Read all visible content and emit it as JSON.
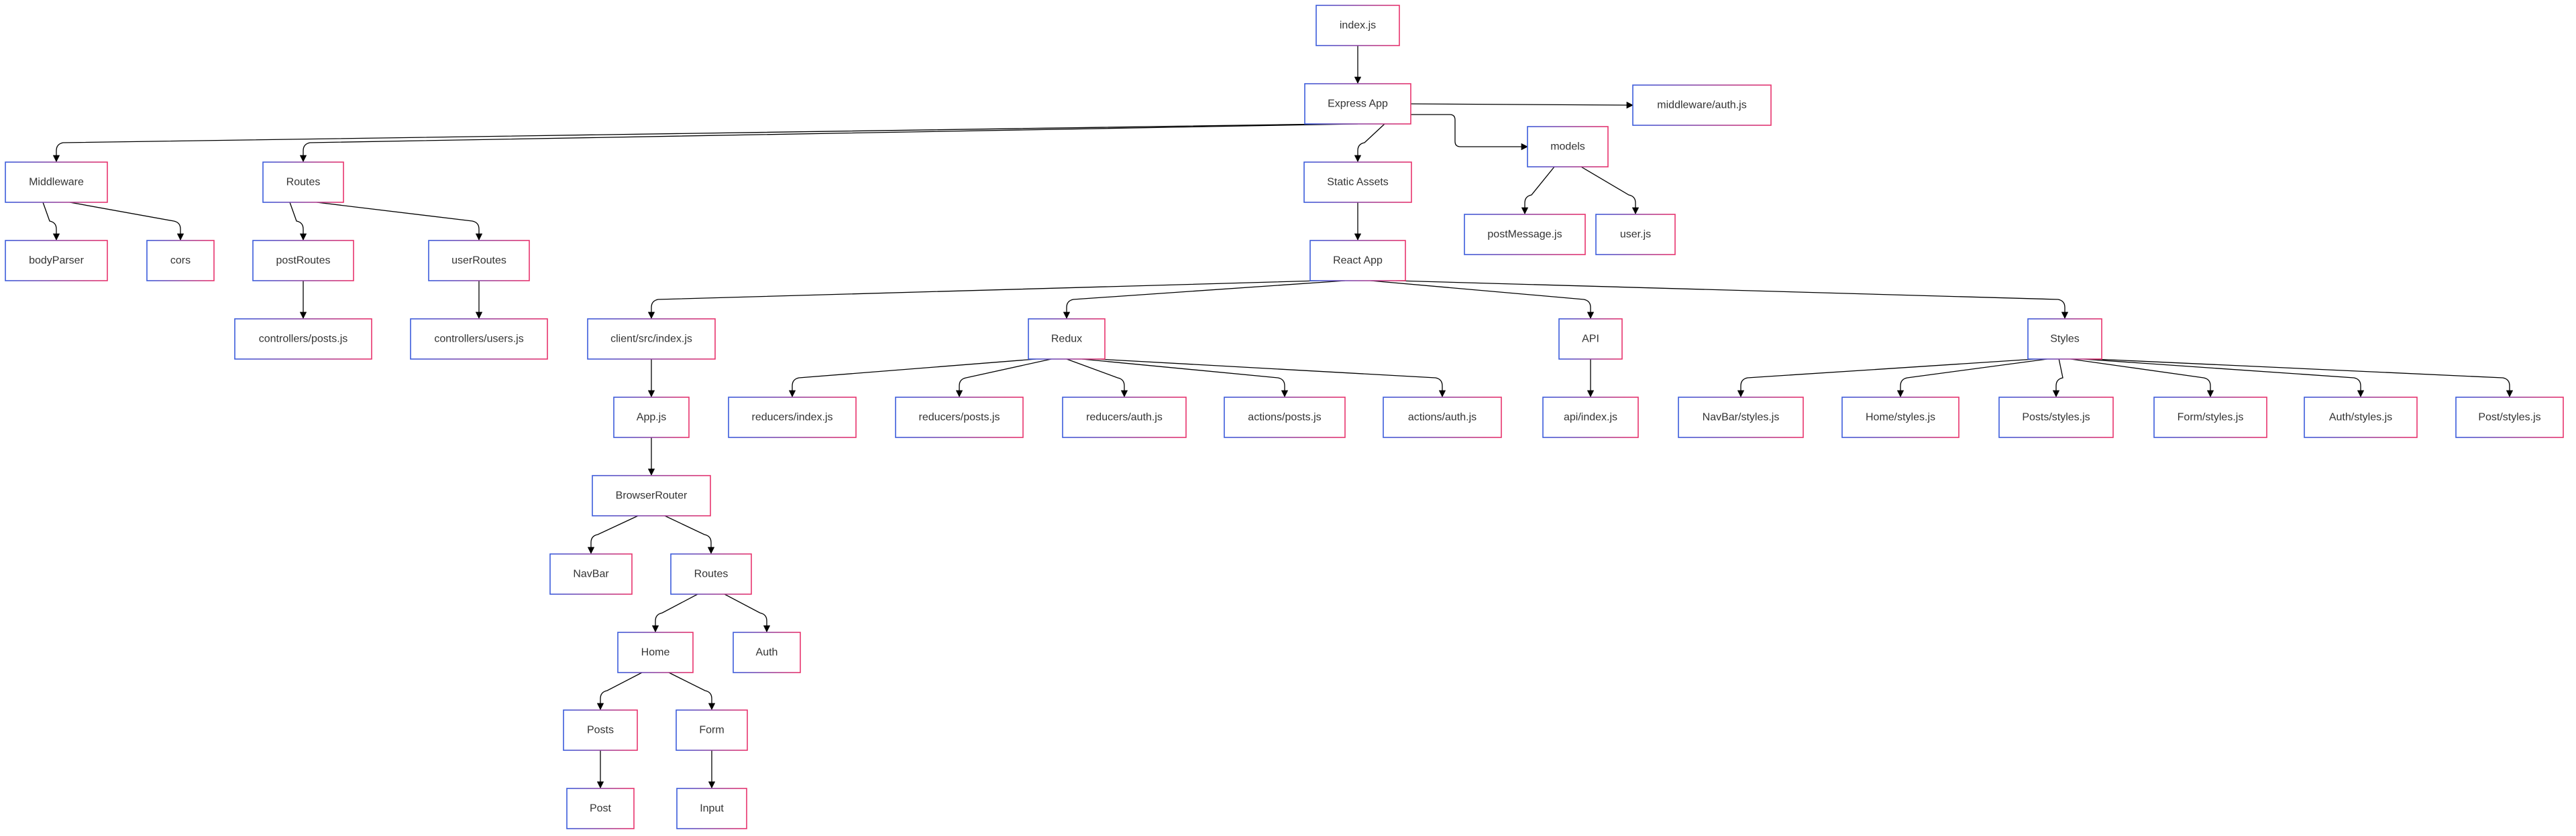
{
  "nodes": [
    {
      "id": "index",
      "label": "index.js"
    },
    {
      "id": "express",
      "label": "Express App"
    },
    {
      "id": "mwauth",
      "label": "middleware/auth.js"
    },
    {
      "id": "models",
      "label": "models"
    },
    {
      "id": "postMessage",
      "label": "postMessage.js"
    },
    {
      "id": "userjs",
      "label": "user.js"
    },
    {
      "id": "middleware",
      "label": "Middleware"
    },
    {
      "id": "bodyParser",
      "label": "bodyParser"
    },
    {
      "id": "cors",
      "label": "cors"
    },
    {
      "id": "routes",
      "label": "Routes"
    },
    {
      "id": "postRoutes",
      "label": "postRoutes"
    },
    {
      "id": "userRoutes",
      "label": "userRoutes"
    },
    {
      "id": "ctrlPosts",
      "label": "controllers/posts.js"
    },
    {
      "id": "ctrlUsers",
      "label": "controllers/users.js"
    },
    {
      "id": "static",
      "label": "Static Assets"
    },
    {
      "id": "react",
      "label": "React App"
    },
    {
      "id": "clientIndex",
      "label": "client/src/index.js"
    },
    {
      "id": "appjs",
      "label": "App.js"
    },
    {
      "id": "browserRouter",
      "label": "BrowserRouter"
    },
    {
      "id": "navbar",
      "label": "NavBar"
    },
    {
      "id": "routes2",
      "label": "Routes"
    },
    {
      "id": "home",
      "label": "Home"
    },
    {
      "id": "auth",
      "label": "Auth"
    },
    {
      "id": "posts",
      "label": "Posts"
    },
    {
      "id": "form",
      "label": "Form"
    },
    {
      "id": "post",
      "label": "Post"
    },
    {
      "id": "input",
      "label": "Input"
    },
    {
      "id": "redux",
      "label": "Redux"
    },
    {
      "id": "redIndex",
      "label": "reducers/index.js"
    },
    {
      "id": "redPosts",
      "label": "reducers/posts.js"
    },
    {
      "id": "redAuth",
      "label": "reducers/auth.js"
    },
    {
      "id": "actPosts",
      "label": "actions/posts.js"
    },
    {
      "id": "actAuth",
      "label": "actions/auth.js"
    },
    {
      "id": "api",
      "label": "API"
    },
    {
      "id": "apiIndex",
      "label": "api/index.js"
    },
    {
      "id": "styles",
      "label": "Styles"
    },
    {
      "id": "navStyles",
      "label": "NavBar/styles.js"
    },
    {
      "id": "homeStyles",
      "label": "Home/styles.js"
    },
    {
      "id": "postsStyles",
      "label": "Posts/styles.js"
    },
    {
      "id": "formStyles",
      "label": "Form/styles.js"
    },
    {
      "id": "authStyles",
      "label": "Auth/styles.js"
    },
    {
      "id": "postStyles",
      "label": "Post/styles.js"
    }
  ],
  "edges": [
    [
      "index",
      "express"
    ],
    [
      "express",
      "middleware"
    ],
    [
      "express",
      "routes"
    ],
    [
      "express",
      "static"
    ],
    [
      "express",
      "models"
    ],
    [
      "express",
      "mwauth"
    ],
    [
      "models",
      "postMessage"
    ],
    [
      "models",
      "userjs"
    ],
    [
      "middleware",
      "bodyParser"
    ],
    [
      "middleware",
      "cors"
    ],
    [
      "routes",
      "postRoutes"
    ],
    [
      "routes",
      "userRoutes"
    ],
    [
      "postRoutes",
      "ctrlPosts"
    ],
    [
      "userRoutes",
      "ctrlUsers"
    ],
    [
      "static",
      "react"
    ],
    [
      "react",
      "clientIndex"
    ],
    [
      "react",
      "redux"
    ],
    [
      "react",
      "api"
    ],
    [
      "react",
      "styles"
    ],
    [
      "clientIndex",
      "appjs"
    ],
    [
      "appjs",
      "browserRouter"
    ],
    [
      "browserRouter",
      "navbar"
    ],
    [
      "browserRouter",
      "routes2"
    ],
    [
      "routes2",
      "home"
    ],
    [
      "routes2",
      "auth"
    ],
    [
      "home",
      "posts"
    ],
    [
      "home",
      "form"
    ],
    [
      "posts",
      "post"
    ],
    [
      "form",
      "input"
    ],
    [
      "redux",
      "redIndex"
    ],
    [
      "redux",
      "redPosts"
    ],
    [
      "redux",
      "redAuth"
    ],
    [
      "redux",
      "actPosts"
    ],
    [
      "redux",
      "actAuth"
    ],
    [
      "api",
      "apiIndex"
    ],
    [
      "styles",
      "navStyles"
    ],
    [
      "styles",
      "homeStyles"
    ],
    [
      "styles",
      "postsStyles"
    ],
    [
      "styles",
      "formStyles"
    ],
    [
      "styles",
      "authStyles"
    ],
    [
      "styles",
      "postStyles"
    ]
  ],
  "colors": {
    "border_start": "#3b5bdb",
    "border_end": "#e8336d",
    "edge": "#000000",
    "text": "#333333",
    "background": "#ffffff"
  }
}
